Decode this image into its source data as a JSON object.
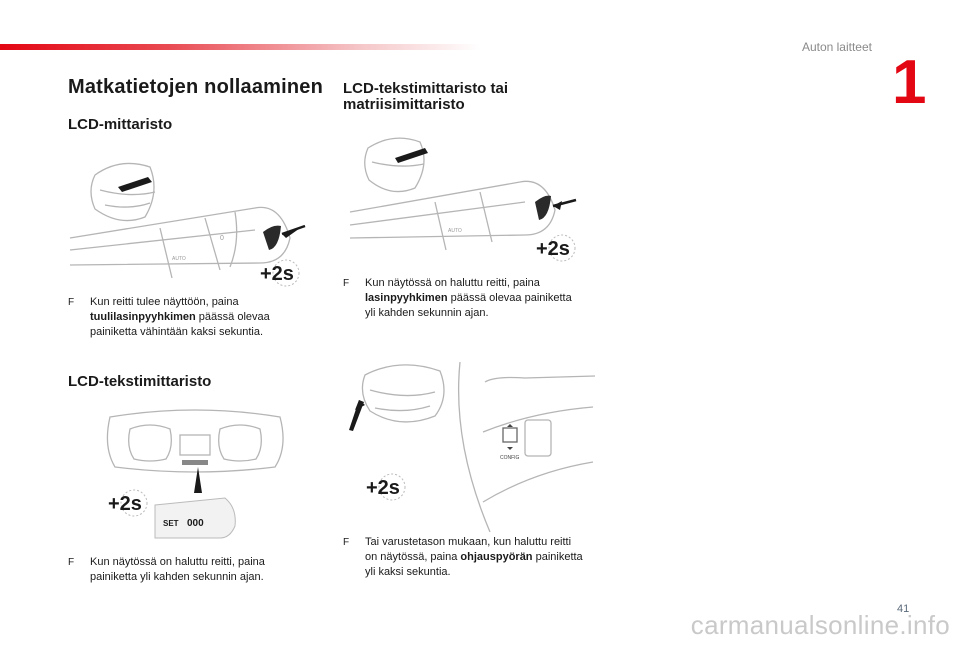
{
  "header": {
    "section_label": "Auton laitteet",
    "chapter_number": "1"
  },
  "main_title": "Matkatietojen nollaaminen",
  "left": {
    "lcd_heading": "LCD-mittaristo",
    "lcd_text": {
      "bullet": "F",
      "pre": "Kun reitti tulee näyttöön, paina ",
      "bold": "tuulilasinpyyhkimen",
      "post": " päässä olevaa painiketta vähintään kaksi sekuntia."
    },
    "lcd_text_heading": "LCD-tekstimittaristo",
    "lcd_text2": {
      "bullet": "F",
      "pre": "Kun näytössä on haluttu reitti, paina painiketta yli kahden sekunnin ajan.",
      "bold": "",
      "post": ""
    },
    "set_label": "SET",
    "set_value": "000"
  },
  "right": {
    "heading": "LCD-tekstimittaristo tai matriisimittaristo",
    "text1": {
      "bullet": "F",
      "pre": "Kun näytössä on haluttu reitti, paina ",
      "bold": "lasinpyyhkimen",
      "post": " päässä olevaa painiketta yli kahden sekunnin ajan."
    },
    "text2": {
      "bullet": "F",
      "pre": "Tai varustetason mukaan, kun haluttu reitti on näytössä, paina ",
      "bold": "ohjauspyörän",
      "post": " painiketta yli kaksi sekuntia."
    },
    "config_label": "CONFIG"
  },
  "badge_label": "+2s",
  "stalk_labels": [
    "AUTO",
    "0"
  ],
  "page_number": "41",
  "watermark": "carmanualsonline.info",
  "colors": {
    "accent_red": "#e30613",
    "text": "#1a1a1a",
    "line_art": "#b5b5b5"
  }
}
